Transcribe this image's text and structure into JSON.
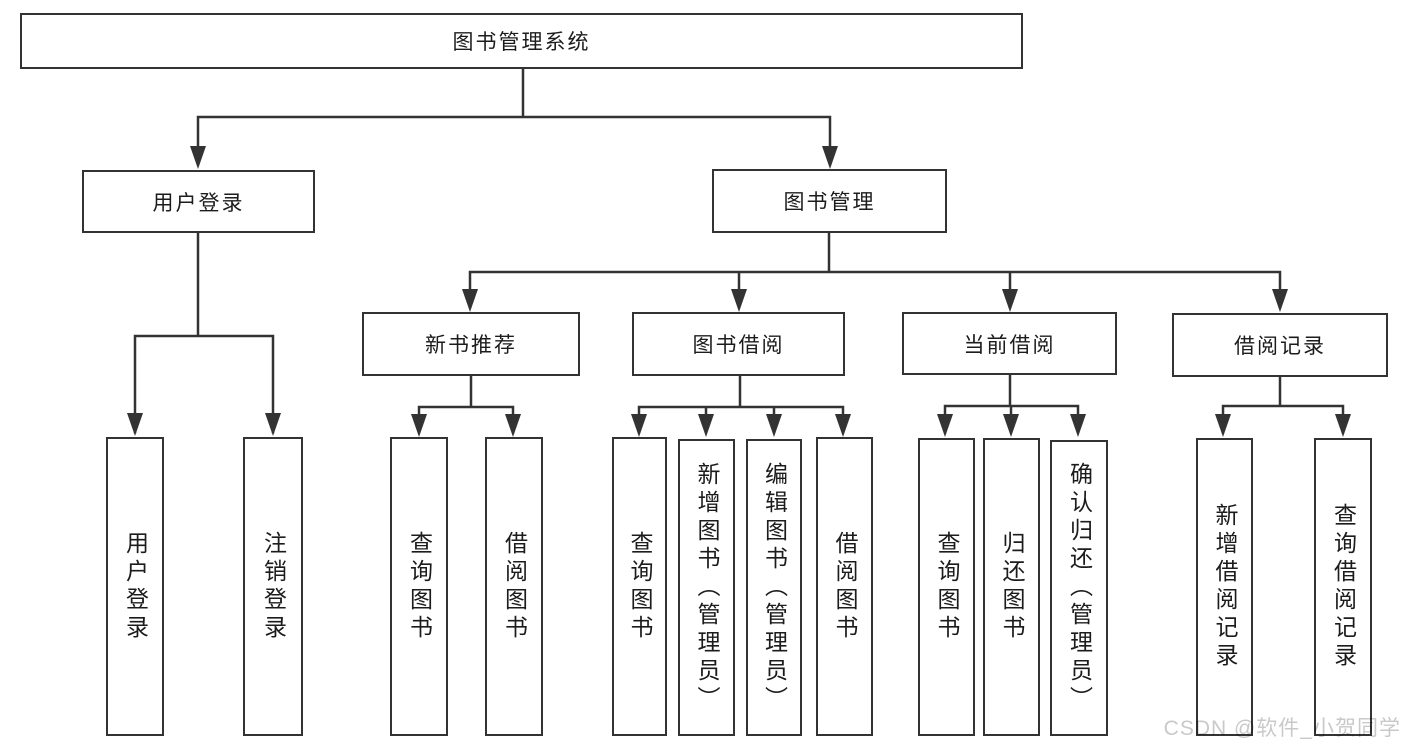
{
  "diagram": {
    "type": "hierarchy-tree",
    "tree": {
      "root": {
        "label": "图书管理系统",
        "children": [
          {
            "label": "用户登录",
            "children": [
              {
                "label": "用户登录"
              },
              {
                "label": "注销登录"
              }
            ]
          },
          {
            "label": "图书管理",
            "children": [
              {
                "label": "新书推荐",
                "children": [
                  {
                    "label": "查询图书"
                  },
                  {
                    "label": "借阅图书"
                  }
                ]
              },
              {
                "label": "图书借阅",
                "children": [
                  {
                    "label": "查询图书"
                  },
                  {
                    "label": "新增图书（管理员）"
                  },
                  {
                    "label": "编辑图书（管理员）"
                  },
                  {
                    "label": "借阅图书"
                  }
                ]
              },
              {
                "label": "当前借阅",
                "children": [
                  {
                    "label": "查询图书"
                  },
                  {
                    "label": "归还图书"
                  },
                  {
                    "label": "确认归还（管理员）"
                  }
                ]
              },
              {
                "label": "借阅记录",
                "children": [
                  {
                    "label": "新增借阅记录"
                  },
                  {
                    "label": "查询借阅记录"
                  }
                ]
              }
            ]
          }
        ]
      }
    },
    "colors": {
      "line": "#333333",
      "box_border": "#333333",
      "box_fill": "#ffffff",
      "text": "#1c1c1c",
      "background": "#ffffff"
    }
  },
  "watermark": {
    "text": "CSDN @软件_小贺同学",
    "color": "#c9c9c9"
  }
}
